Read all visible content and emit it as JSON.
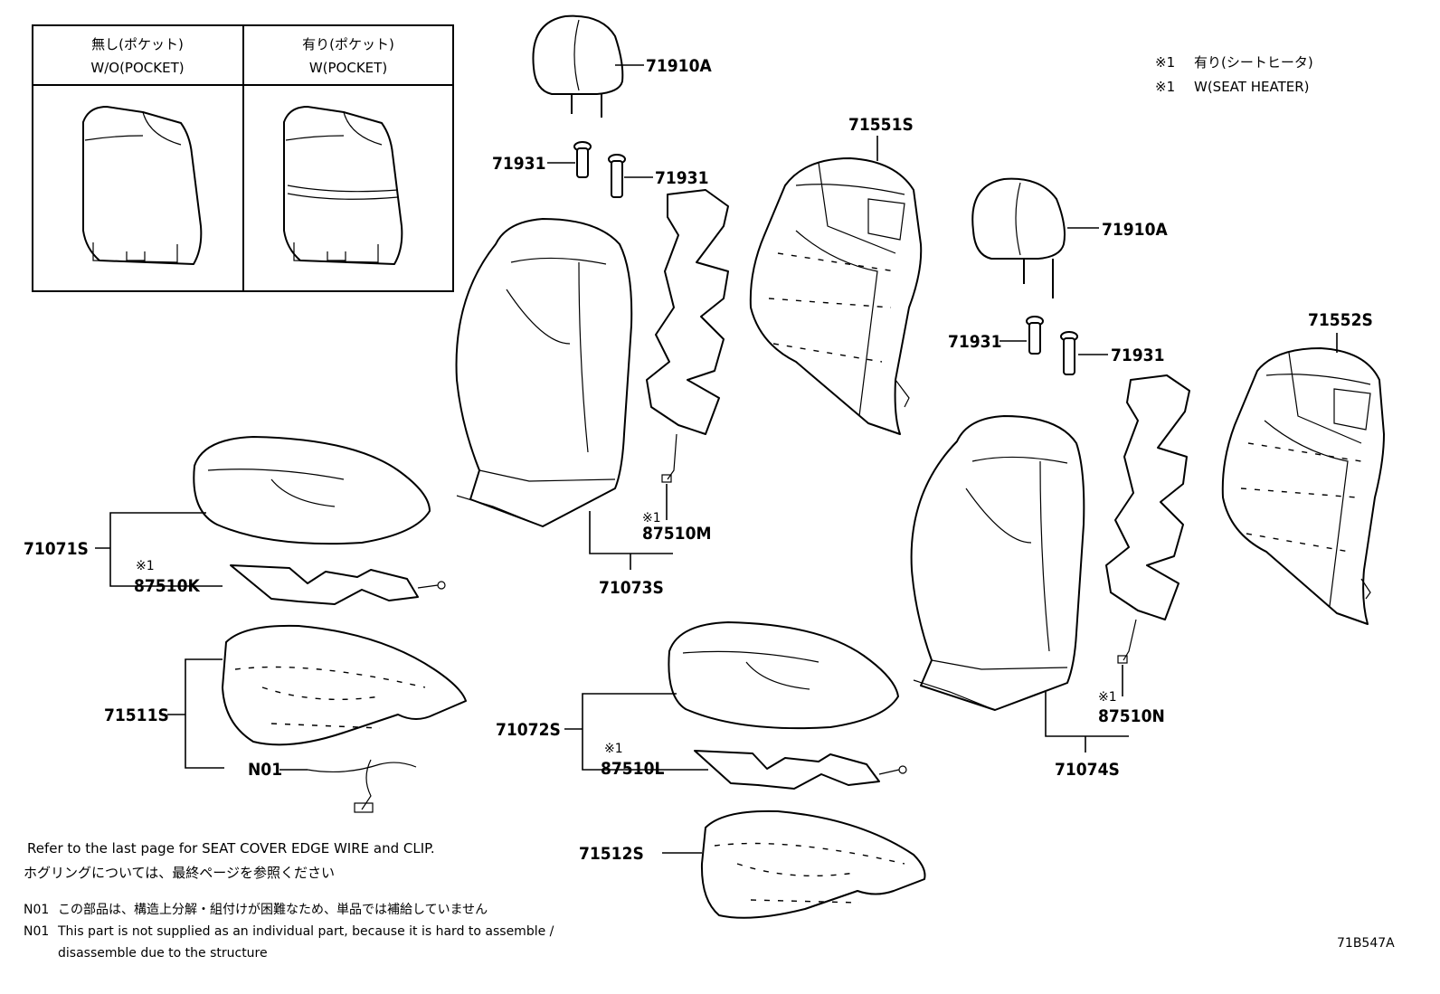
{
  "legend_table": {
    "col1_line1": "無し(ポケット)",
    "col1_line2": "W/O(POCKET)",
    "col2_line1": "有り(ポケット)",
    "col2_line2": "W(POCKET)"
  },
  "heater_note": {
    "line1_mark": "※1",
    "line1_text": "有り(シートヒータ)",
    "line2_mark": "※1",
    "line2_text": "W(SEAT HEATER)"
  },
  "mark_note": "※1",
  "parts": {
    "headrest_left": "71910A",
    "guide_left_a": "71931",
    "guide_left_b": "71931",
    "back_pad_left": "71551S",
    "headrest_right": "71910A",
    "guide_right_a": "71931",
    "guide_right_b": "71931",
    "back_pad_right": "71552S",
    "cushion_cover_left": "71071S",
    "heater_cushion_left": "87510K",
    "back_cover_left": "71073S",
    "heater_back_left": "87510M",
    "cushion_pad_left": "71511S",
    "n01": "N01",
    "cushion_cover_right": "71072S",
    "heater_cushion_right": "87510L",
    "back_cover_right": "71074S",
    "heater_back_right": "87510N",
    "cushion_pad_right": "71512S"
  },
  "notes": {
    "refer_en": "Refer to the last page for SEAT COVER EDGE WIRE and CLIP.",
    "refer_jp": "ホグリングについては、最終ページを参照ください",
    "n01_jp_label": "N01",
    "n01_jp": "この部品は、構造上分解・組付けが困難なため、単品では補給していません",
    "n01_en_label": "N01",
    "n01_en_line1": "This part is not supplied as an individual part, because it is hard to assemble /",
    "n01_en_line2": "disassemble due to the structure"
  },
  "diagram_code": "71B547A"
}
